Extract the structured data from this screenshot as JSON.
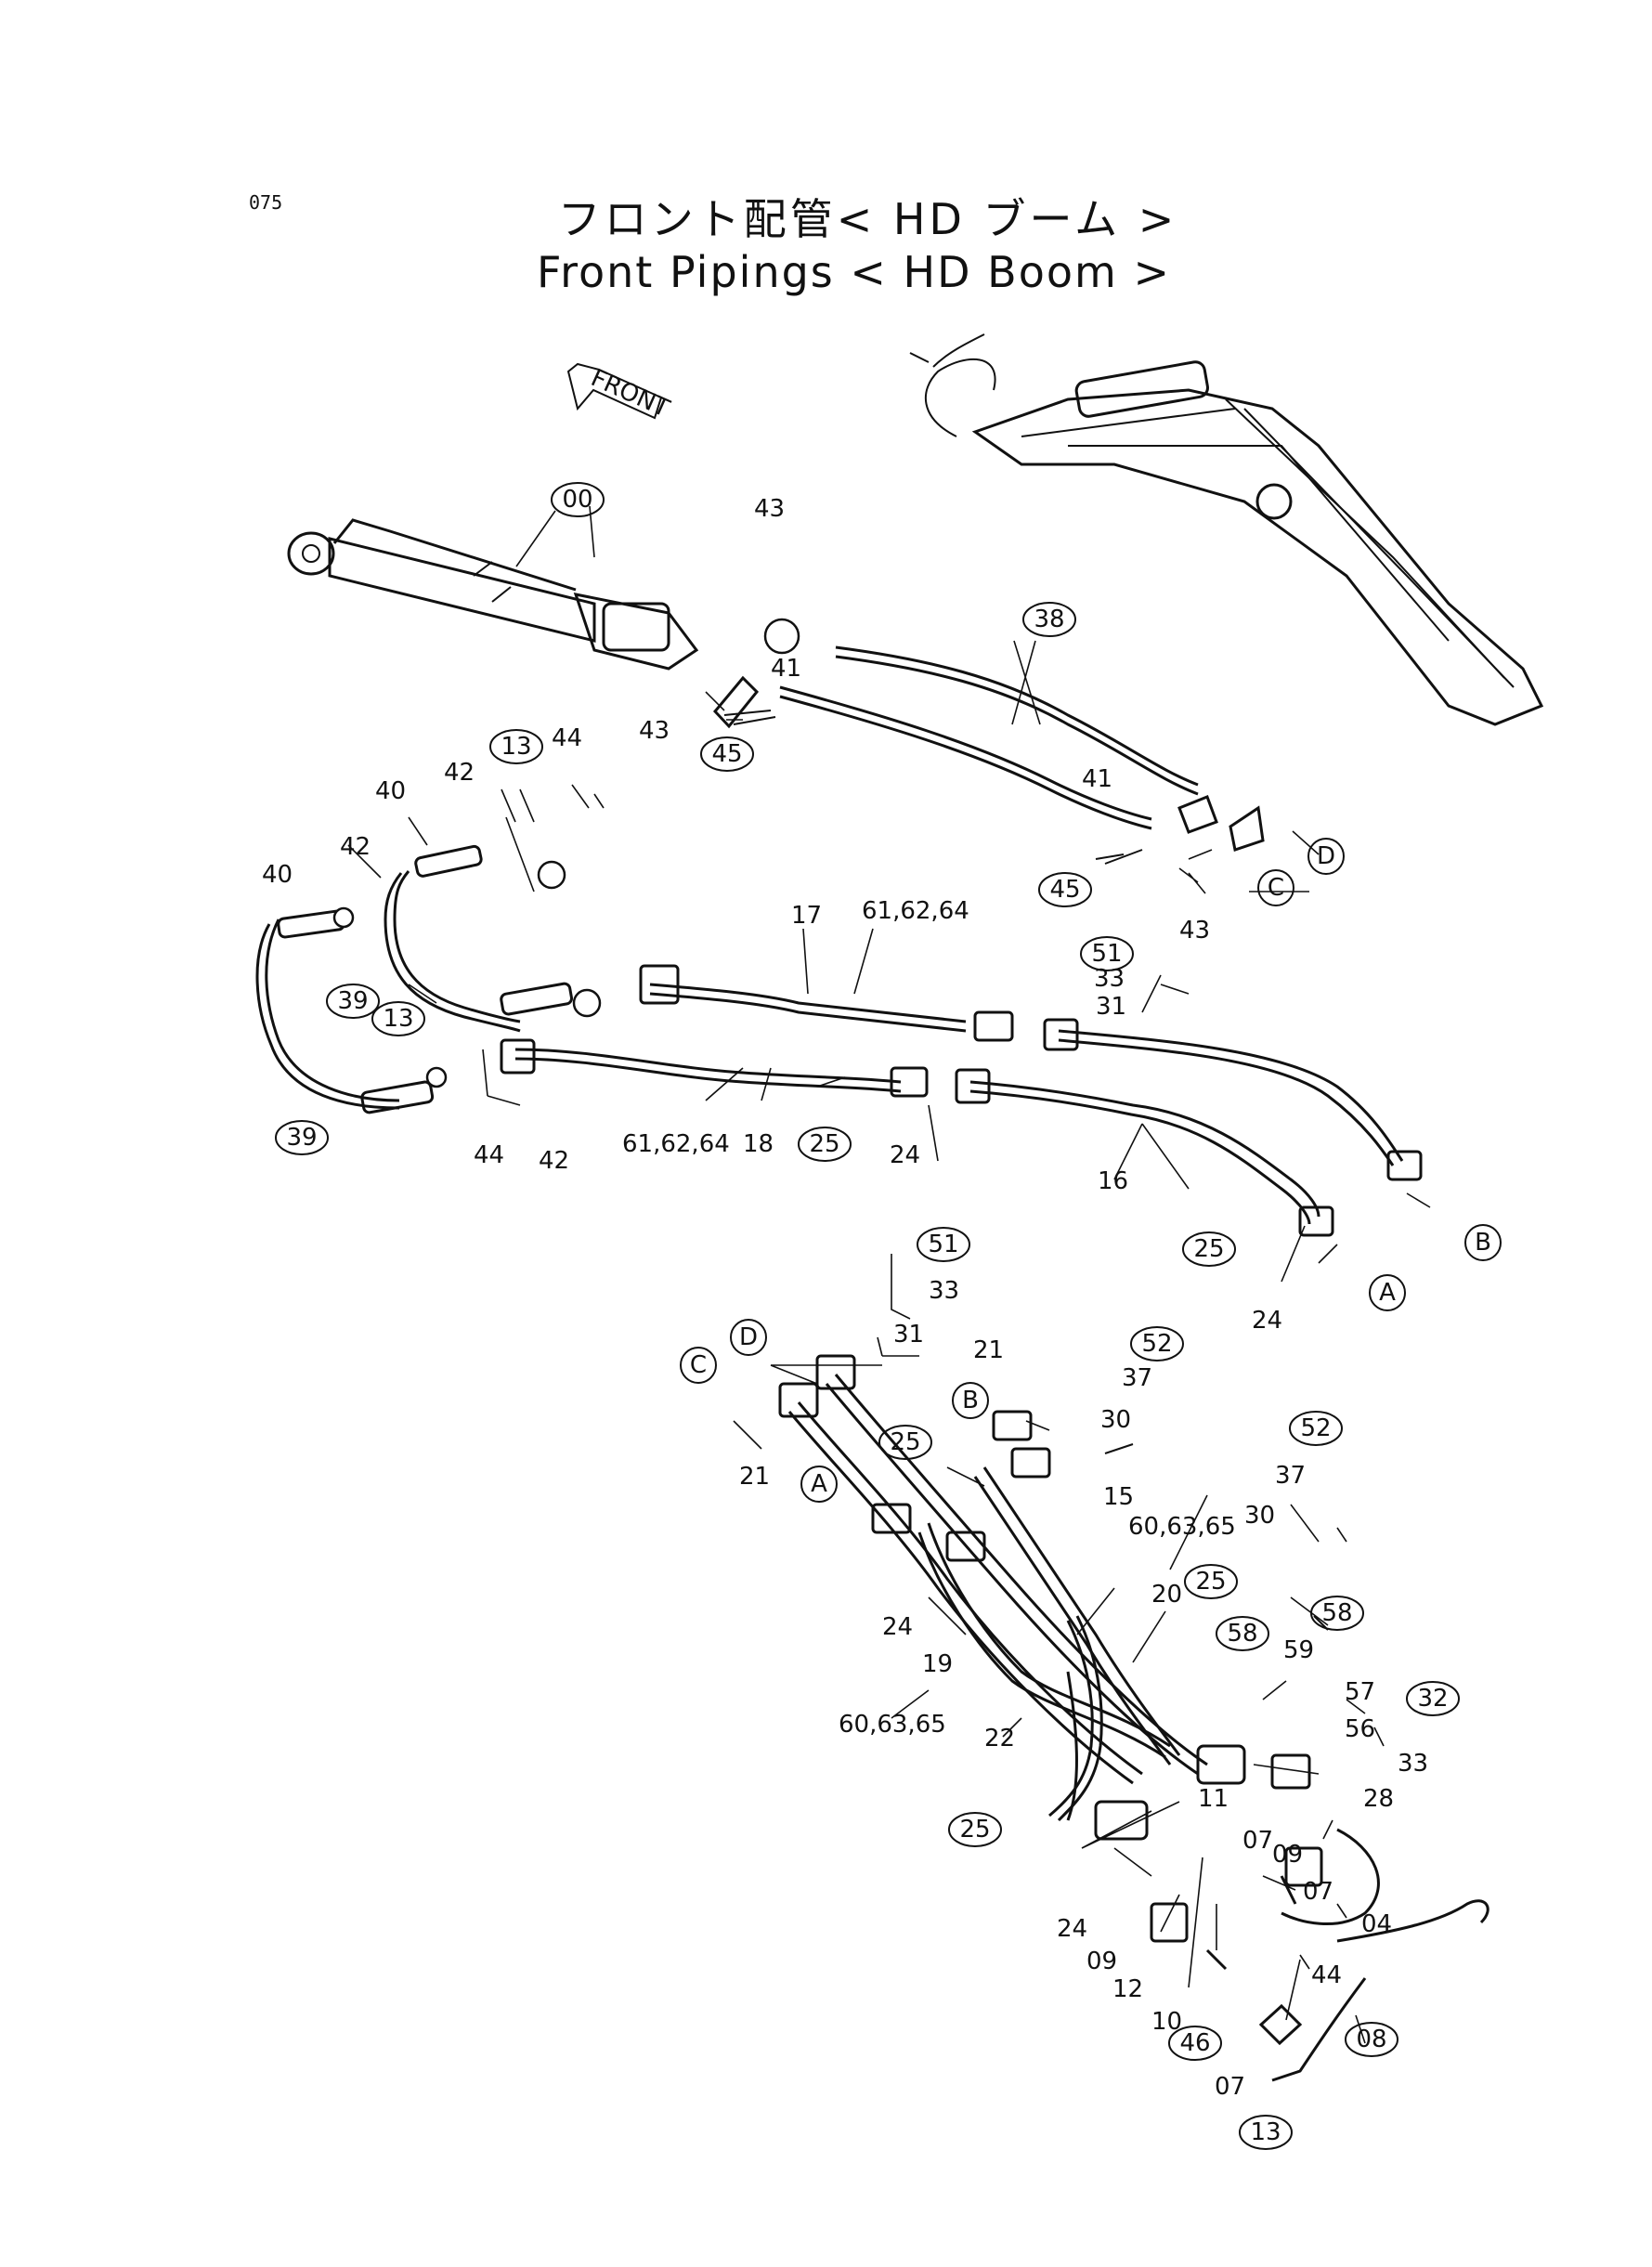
{
  "page_number": "075",
  "title_jp": "フロント配管< HD ブーム >",
  "title_en": "Front  Pipings < HD  Boom >",
  "front_arrow_label": "FRONT",
  "ref_letters": {
    "a1": "A",
    "b1": "B",
    "c1": "C",
    "d1": "D",
    "a2": "A",
    "b2": "B",
    "c2": "C",
    "d2": "D"
  },
  "circled_parts": {
    "p00": "00",
    "p38": "38",
    "p45a": "45",
    "p45b": "45",
    "p13a": "13",
    "p13b": "13",
    "p39a": "39",
    "p39b": "39",
    "p51a": "51",
    "p51b": "51",
    "p25a": "25",
    "p25b": "25",
    "p25c": "25",
    "p25d": "25",
    "p52a": "52",
    "p52b": "52",
    "p58a": "58",
    "p58b": "58",
    "p32": "32",
    "p46": "46",
    "p08": "08",
    "p13c": "13",
    "p25e": "25"
  },
  "labels": {
    "l43a": "43",
    "l41a": "41",
    "l43b": "43",
    "l44a": "44",
    "l42a": "42",
    "l40a": "40",
    "l40b": "40",
    "l42b": "42",
    "l17": "17",
    "l616264a": "61,62,64",
    "l41b": "41",
    "l43c": "43",
    "l33a": "33",
    "l31a": "31",
    "l44b": "44",
    "l42c": "42",
    "l616264b": "61,62,64",
    "l18": "18",
    "l24a": "24",
    "l16": "16",
    "l24b": "24",
    "l33b": "33",
    "l31b": "31",
    "l21a": "21",
    "l37a": "37",
    "l30a": "30",
    "l21b": "21",
    "l15": "15",
    "l606365a": "60,63,65",
    "l37b": "37",
    "l30b": "30",
    "l24c": "24",
    "l20": "20",
    "l19": "19",
    "l59": "59",
    "l606365b": "60,63,65",
    "l22": "22",
    "l57": "57",
    "l56": "56",
    "l33c": "33",
    "l11": "11",
    "l28": "28",
    "l07a": "07",
    "l09a": "09",
    "l07b": "07",
    "l24d": "24",
    "l09b": "09",
    "l12": "12",
    "l04": "04",
    "l44c": "44",
    "l10": "10",
    "l07c": "07"
  }
}
